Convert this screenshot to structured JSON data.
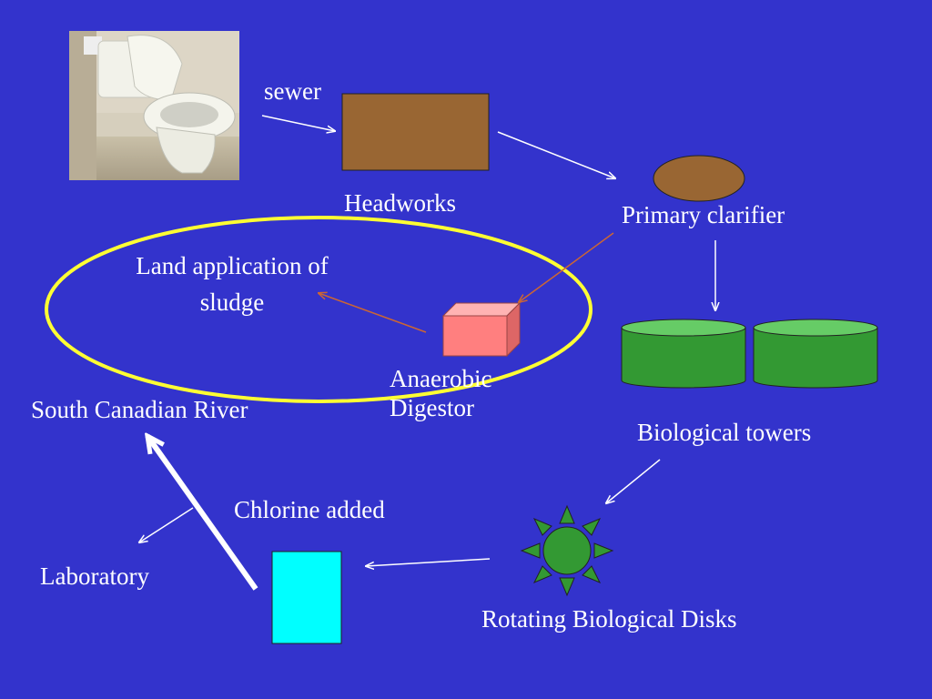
{
  "labels": {
    "sewer": "sewer",
    "headworks": "Headworks",
    "primary_clarifier": "Primary clarifier",
    "land_application_line1": "Land application of",
    "land_application_line2": "sludge",
    "anaerobic_digestor_line1": "Anaerobic",
    "anaerobic_digestor_line2": "Digestor",
    "south_canadian_river": "South Canadian River",
    "biological_towers": "Biological towers",
    "chlorine_added": "Chlorine added",
    "laboratory": "Laboratory",
    "rotating_biological_disks": "Rotating Biological Disks"
  },
  "colors": {
    "background": "#3333cc",
    "headworks": "#996633",
    "primary_clarifier": "#996633",
    "digestor_front": "#ff7f7f",
    "towers": "#339933",
    "towers_top": "#66cc66",
    "disk": "#339933",
    "chlorine_tank": "#00ffff",
    "sludge_ellipse": "#ffff33",
    "sludge_arrows": "#cc6633",
    "arrows": "#ffffff"
  },
  "icons": {
    "toilet": "toilet-photo",
    "disk": "sun-shaped-rotating-disk"
  }
}
